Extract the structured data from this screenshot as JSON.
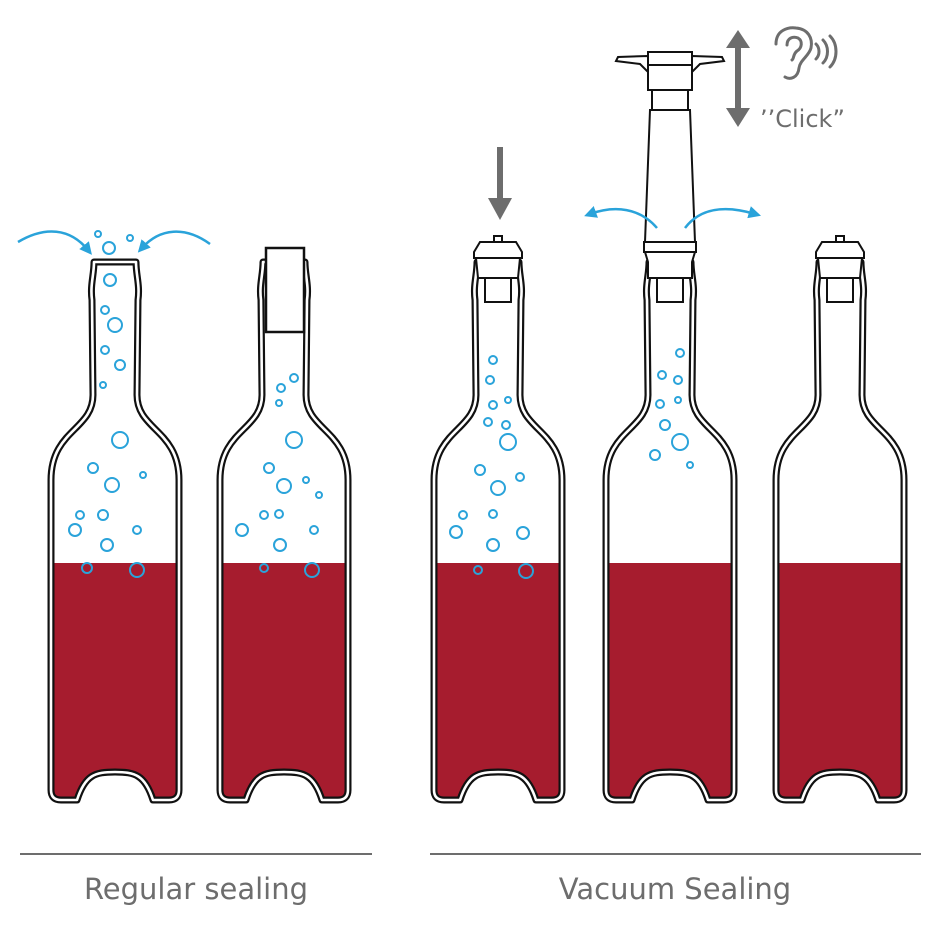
{
  "labels": {
    "regular": "Regular sealing",
    "vacuum": "Vacuum Sealing",
    "click": "’’Click”"
  },
  "colors": {
    "wine": "#a61c2e",
    "bubble": "#2aa3da",
    "arrow_gray": "#6d6d6d",
    "outline": "#111111"
  },
  "icons": [
    "ear-sound-icon",
    "up-down-arrow-icon",
    "down-arrow-icon",
    "air-flow-arrow-icon"
  ]
}
